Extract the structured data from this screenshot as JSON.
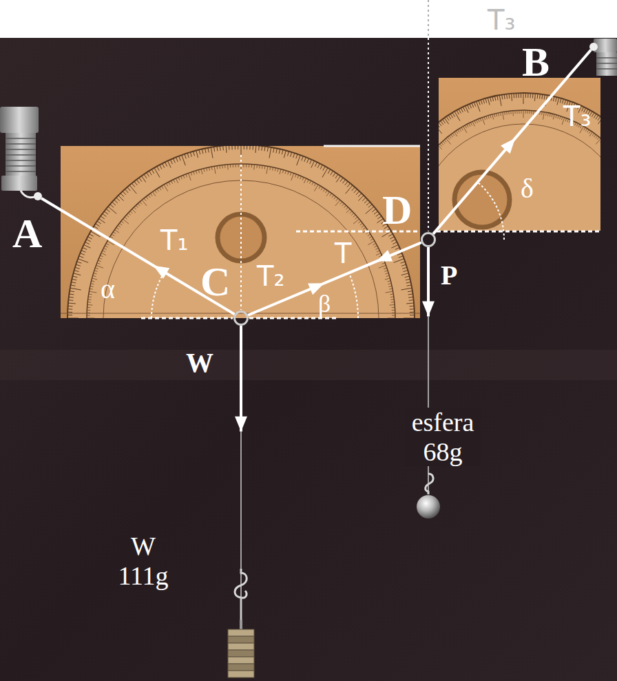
{
  "diagram": {
    "nodes": [
      {
        "text": [
          "A"
        ]
      },
      {
        "text": [
          "B"
        ]
      },
      {
        "text": [
          "D"
        ]
      },
      {
        "text": [
          "C"
        ]
      },
      {
        "text": [
          "esfera 68g"
        ]
      },
      {
        "text": [
          "W 111g"
        ]
      }
    ],
    "edges": [
      {
        "from": 3,
        "to": 0,
        "label": "T₁",
        "arrow": "to"
      },
      {
        "from": 3,
        "to": 2,
        "label": "T₂",
        "arrow": "both"
      },
      {
        "from": 2,
        "to": 1,
        "label": "T₃",
        "arrow": "to"
      },
      {
        "from": 3,
        "to": 5,
        "label": "W",
        "arrow": "to"
      },
      {
        "from": 2,
        "to": 4,
        "label": "P",
        "arrow": "to"
      }
    ],
    "labels": [
      "T₃",
      "T",
      "α",
      "β",
      "δ"
    ]
  }
}
